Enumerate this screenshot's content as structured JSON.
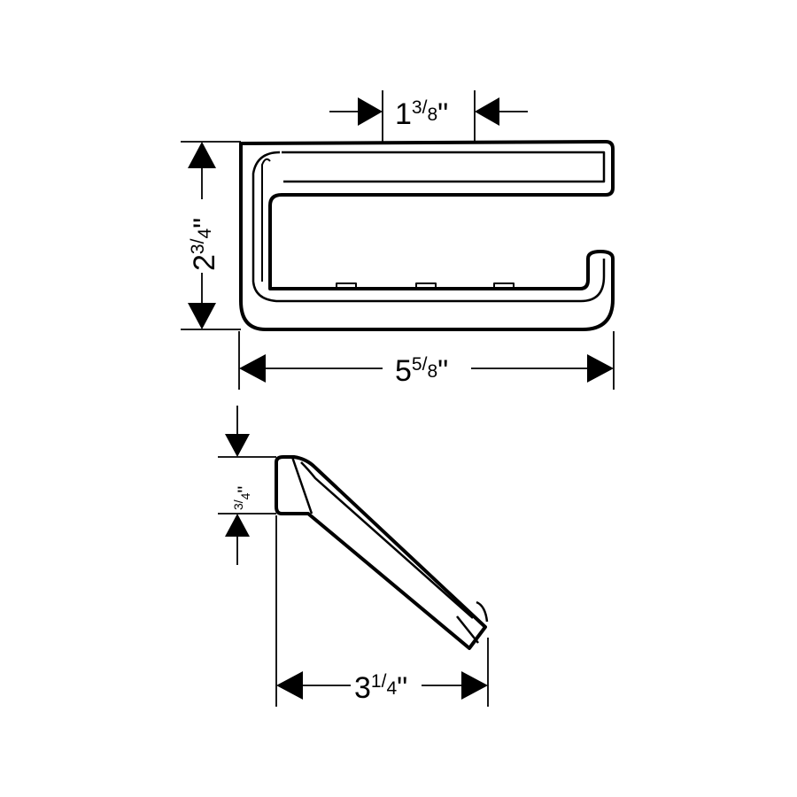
{
  "colors": {
    "line": "#000000",
    "background": "#ffffff"
  },
  "dimensions": {
    "roll_gap": {
      "whole": "1",
      "num": "3",
      "den": "8",
      "unit": "\""
    },
    "height": {
      "whole": "2",
      "num": "3",
      "den": "4",
      "unit": "\""
    },
    "width": {
      "whole": "5",
      "num": "5",
      "den": "8",
      "unit": "\""
    },
    "thickness": {
      "num": "3",
      "den": "4",
      "unit": "\""
    },
    "projection": {
      "whole": "3",
      "num": "1",
      "den": "4",
      "unit": "\""
    }
  }
}
